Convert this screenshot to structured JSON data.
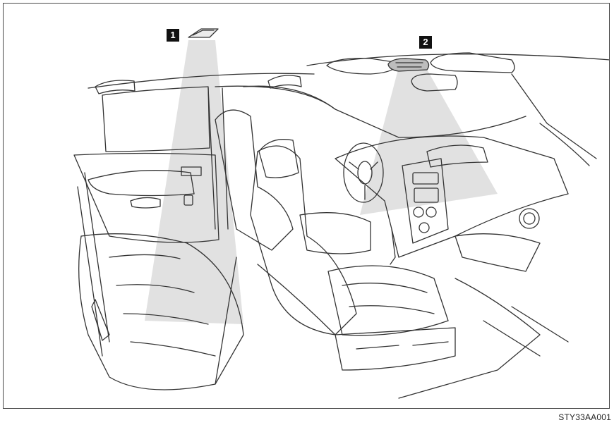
{
  "callouts": {
    "one": "1",
    "two": "2"
  },
  "figure_code": "STY33AA001",
  "colors": {
    "beam": "#d8d8d8",
    "line": "#333333",
    "badge": "#111111"
  }
}
